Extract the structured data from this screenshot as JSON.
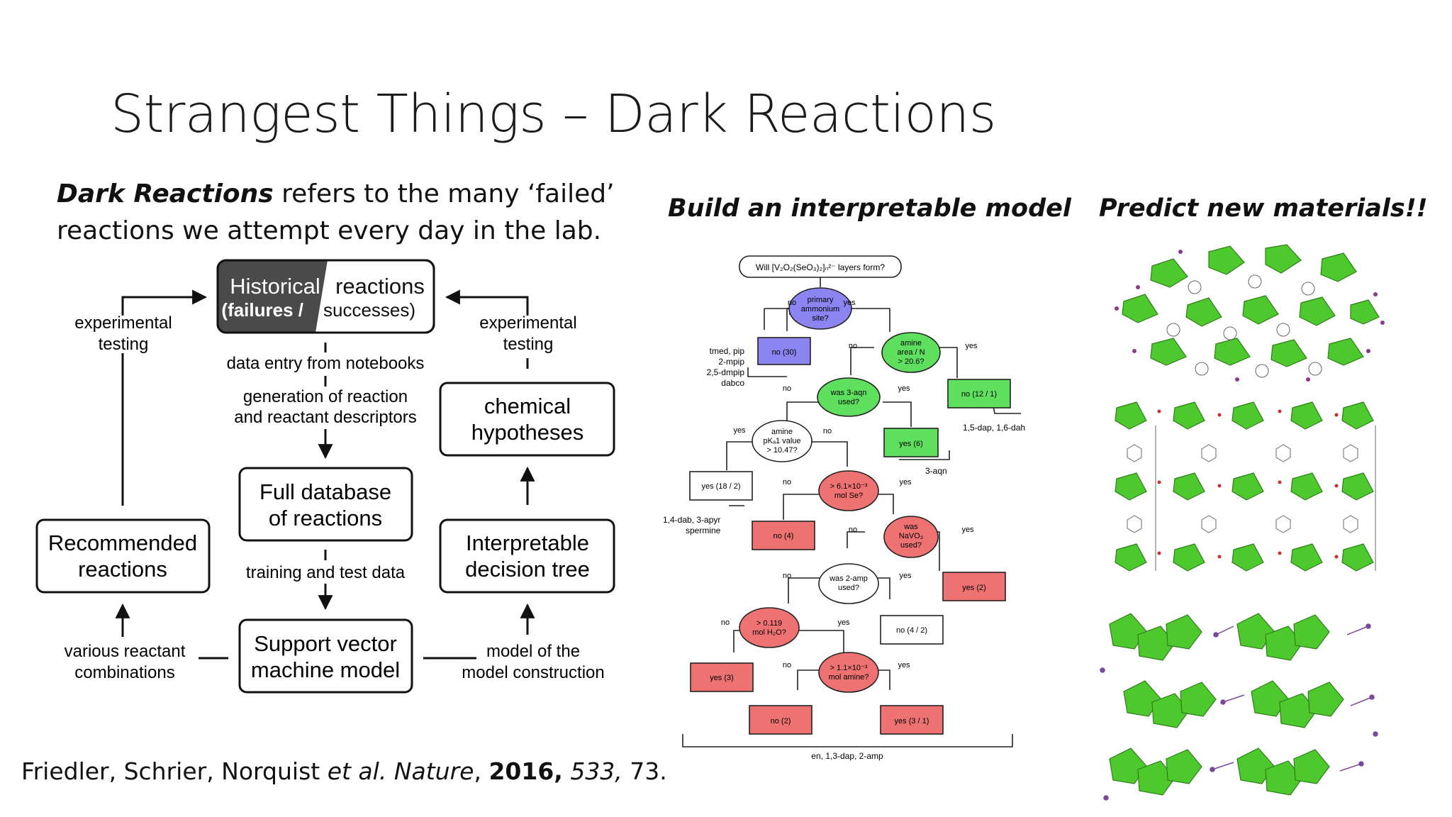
{
  "slide": {
    "title": "Strangest Things – Dark Reactions",
    "intro_term": "Dark Reactions",
    "intro_rest": " refers to the many ‘failed’ reactions we attempt every day in the lab."
  },
  "flowchart": {
    "historical_dark": "Historical",
    "historical_light": "reactions",
    "failures": "(failures /",
    "successes": "successes)",
    "exp_testing_left_1": "experimental",
    "exp_testing_left_2": "testing",
    "exp_testing_right_1": "experimental",
    "exp_testing_right_2": "testing",
    "data_entry": "data entry from notebooks",
    "generation_1": "generation of reaction",
    "generation_2": "and reactant descriptors",
    "full_db_1": "Full database",
    "full_db_2": "of reactions",
    "chem_hyp_1": "chemical",
    "chem_hyp_2": "hypotheses",
    "recommended_1": "Recommended",
    "recommended_2": "reactions",
    "training": "training and test data",
    "interp_1": "Interpretable",
    "interp_2": "decision tree",
    "various_1": "various reactant",
    "various_2": "combinations",
    "svm_1": "Support vector",
    "svm_2": "machine model",
    "model_of_1": "model of the",
    "model_of_2": "model construction"
  },
  "tree": {
    "heading": "Build an interpretable model",
    "root": "Will [V₂O₂(SeO₃)₂]ₙ²⁻ layers form?",
    "labels": {
      "no": "no",
      "yes": "yes"
    },
    "n_primary_1": "primary",
    "n_primary_2": "ammonium",
    "n_primary_3": "site?",
    "leaf_no30": "no (30)",
    "left_list_1": "tmed, pip",
    "left_list_2": "2-mpip",
    "left_list_3": "2,5-dmpip",
    "left_list_4": "dabco",
    "n_area_1": "amine",
    "n_area_2": "area / N",
    "n_area_3": "> 20.6?",
    "n_3aqn_1": "was 3-aqn",
    "n_3aqn_2": "used?",
    "leaf_no12": "no (12 / 1)",
    "dah_list": "1,5-dap, 1,6-dah",
    "n_pka_1": "amine",
    "n_pka_2": "pKₐ1 value",
    "n_pka_3": "> 10.47?",
    "leaf_yes6": "yes (6)",
    "aqn_label": "3-aqn",
    "leaf_yes18": "yes (18 / 2)",
    "dab_list_1": "1,4-dab, 3-apyr",
    "dab_list_2": "spermine",
    "n_se_1": "> 6.1×10⁻³",
    "n_se_2": "mol Se?",
    "leaf_no4": "no (4)",
    "n_navo_1": "was",
    "n_navo_2": "NaVO₃",
    "n_navo_3": "used?",
    "n_2amp_1": "was 2-amp",
    "n_2amp_2": "used?",
    "leaf_yes2": "yes (2)",
    "n_h2o_1": "> 0.119",
    "n_h2o_2": "mol H₂O?",
    "leaf_no4_2": "no (4 / 2)",
    "leaf_yes3": "yes (3)",
    "n_amine_1": "> 1.1×10⁻³",
    "n_amine_2": "mol amine?",
    "leaf_no2": "no (2)",
    "leaf_yes31": "yes (3 / 1)",
    "bottom_list": "en, 1,3-dap, 2-amp"
  },
  "materials": {
    "heading": "Predict new materials!!"
  },
  "citation": {
    "authors": "Friedler, Schrier, Norquist ",
    "etal": "et al.",
    "journal": " Nature",
    "comma": ", ",
    "year": "2016,",
    "volume": " 533,",
    "page": " 73."
  },
  "colors": {
    "purple": "#8c84f0",
    "green": "#5ee05e",
    "red": "#ee7272",
    "crystal_green": "#4ec92d"
  }
}
